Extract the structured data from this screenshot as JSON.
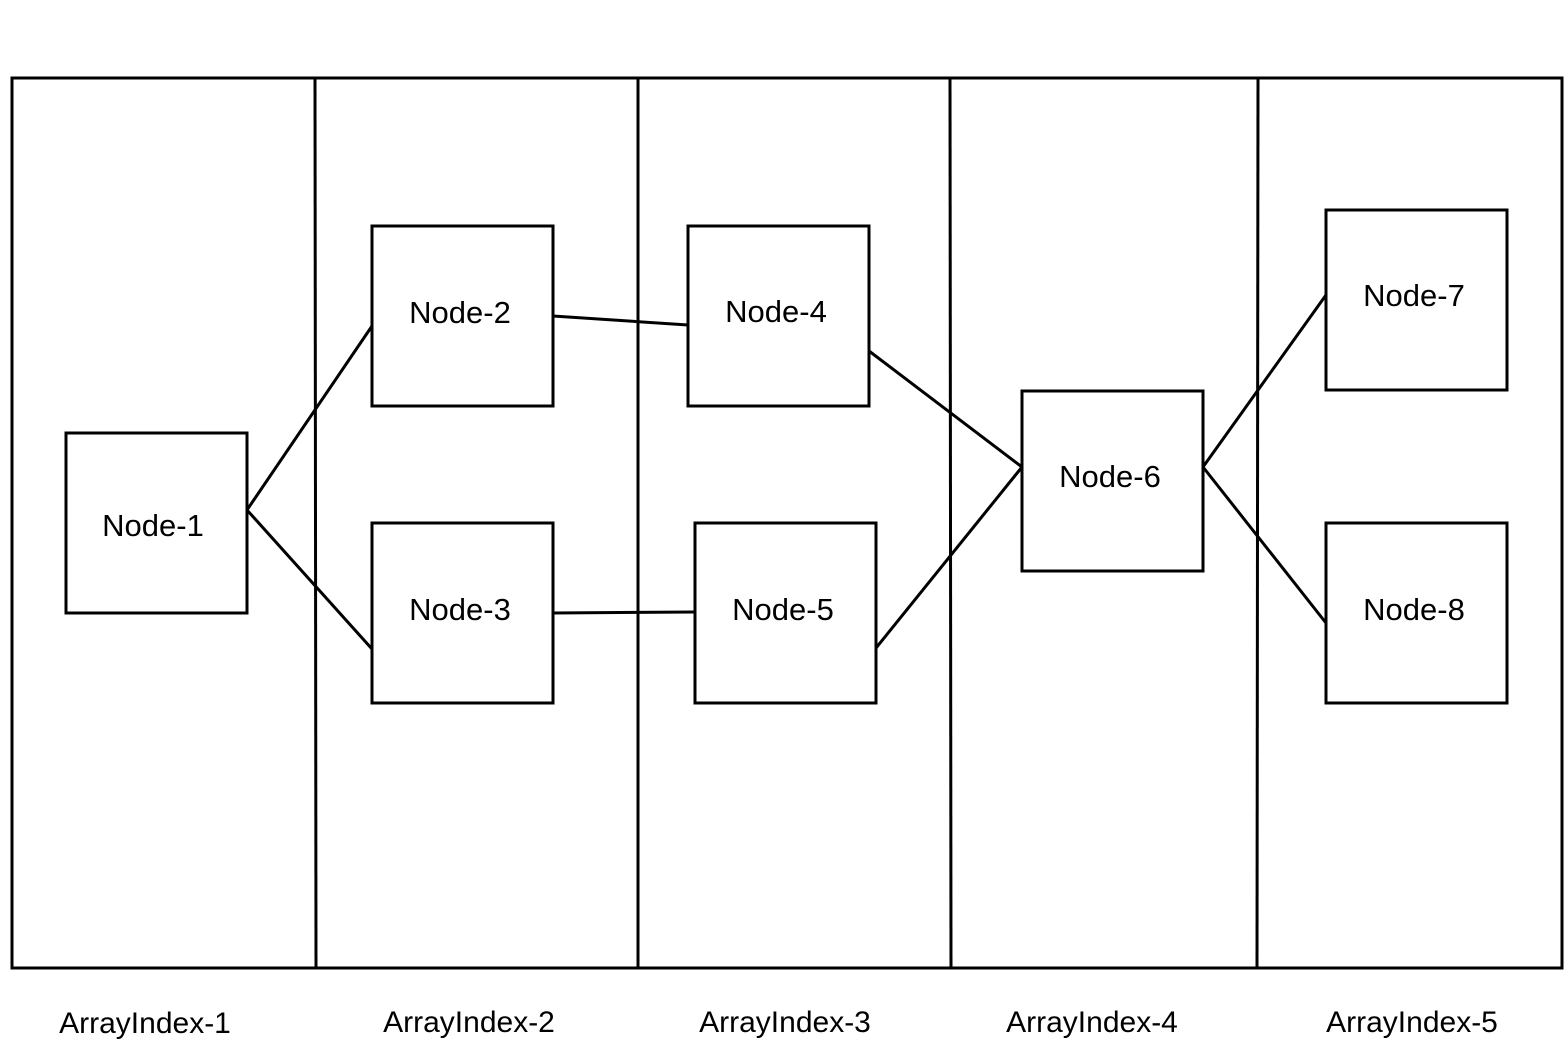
{
  "columns": [
    {
      "id": "c1",
      "label": "ArrayIndex-1"
    },
    {
      "id": "c2",
      "label": "ArrayIndex-2"
    },
    {
      "id": "c3",
      "label": "ArrayIndex-3"
    },
    {
      "id": "c4",
      "label": "ArrayIndex-4"
    },
    {
      "id": "c5",
      "label": "ArrayIndex-5"
    }
  ],
  "nodes": [
    {
      "id": "n1",
      "label": "Node-1",
      "column": 1
    },
    {
      "id": "n2",
      "label": "Node-2",
      "column": 2
    },
    {
      "id": "n3",
      "label": "Node-3",
      "column": 2
    },
    {
      "id": "n4",
      "label": "Node-4",
      "column": 3
    },
    {
      "id": "n5",
      "label": "Node-5",
      "column": 3
    },
    {
      "id": "n6",
      "label": "Node-6",
      "column": 4
    },
    {
      "id": "n7",
      "label": "Node-7",
      "column": 5
    },
    {
      "id": "n8",
      "label": "Node-8",
      "column": 5
    }
  ],
  "edges": [
    {
      "from": "n1",
      "to": "n2"
    },
    {
      "from": "n1",
      "to": "n3"
    },
    {
      "from": "n2",
      "to": "n4"
    },
    {
      "from": "n3",
      "to": "n5"
    },
    {
      "from": "n4",
      "to": "n6"
    },
    {
      "from": "n5",
      "to": "n6"
    },
    {
      "from": "n6",
      "to": "n7"
    },
    {
      "from": "n6",
      "to": "n8"
    }
  ],
  "colors": {
    "stroke": "#000000",
    "background": "#ffffff",
    "text": "#000000"
  }
}
